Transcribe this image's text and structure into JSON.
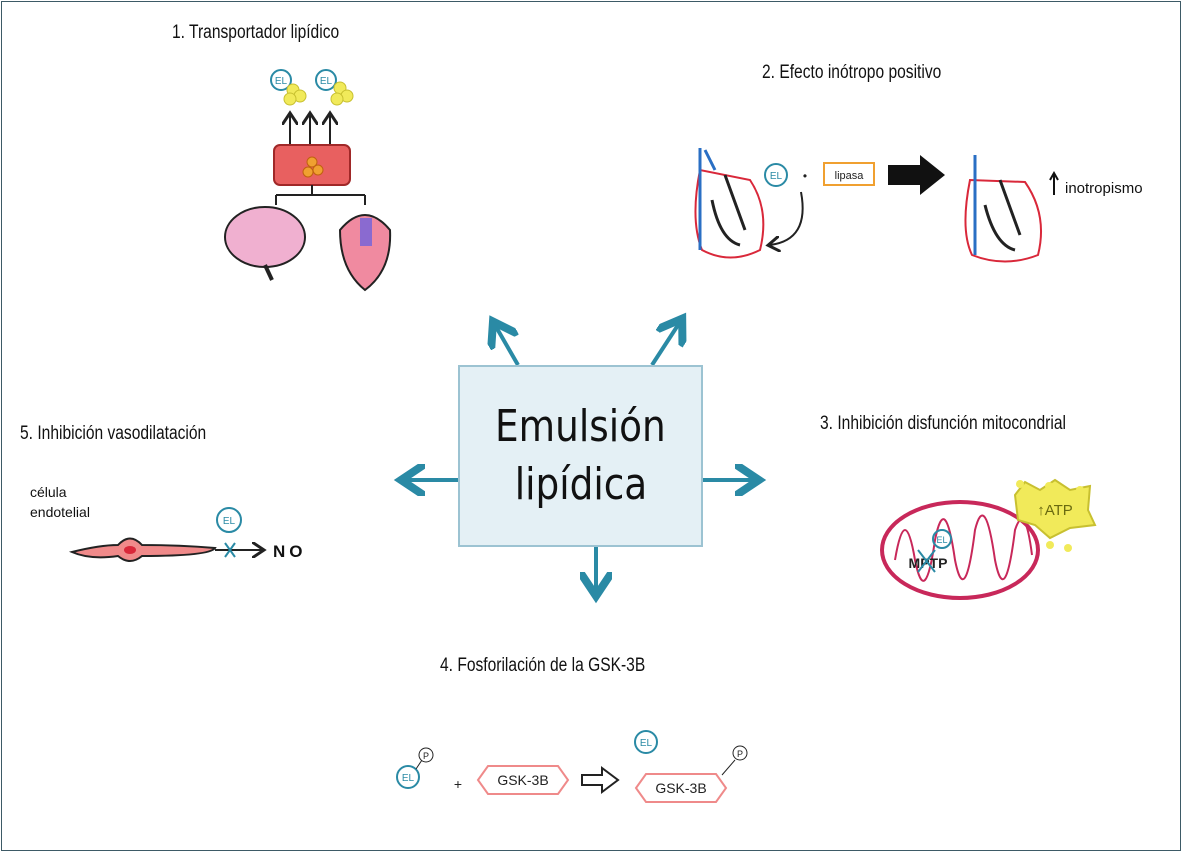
{
  "center": {
    "line1": "Emulsión",
    "line2": "lipídica"
  },
  "mechanisms": [
    {
      "title": "1.  Transportador lipídico",
      "labels": {
        "el1": "EL",
        "el2": "EL"
      }
    },
    {
      "title": "2.  Efecto inótropo positivo",
      "labels": {
        "el": "EL",
        "plus": "•",
        "enzyme": "lipasa",
        "result": "inotropismo"
      }
    },
    {
      "title": "3.  Inhibición disfunción mitocondrial",
      "labels": {
        "el": "EL",
        "pore": "MPTP",
        "atp": "ATP"
      }
    },
    {
      "title": "4.  Fosforilación de la GSK-3B",
      "labels": {
        "el1": "EL",
        "p1": "P",
        "plus": "+",
        "gsk1": "GSK-3B",
        "el2": "EL",
        "gsk2": "GSK-3B",
        "p2": "P"
      }
    },
    {
      "title": "5.  Inhibición vasodilatación",
      "labels": {
        "cell1": "célula",
        "cell2": "endotelial",
        "el": "EL",
        "no": "NO"
      }
    }
  ],
  "colors": {
    "teal": "#2a8aa5",
    "red": "#d9283a",
    "blue": "#2a6fc4",
    "yellow": "#f1ea5a",
    "magenta": "#c8285a",
    "pink": "#ef8a8a",
    "orange": "#f0a030"
  }
}
